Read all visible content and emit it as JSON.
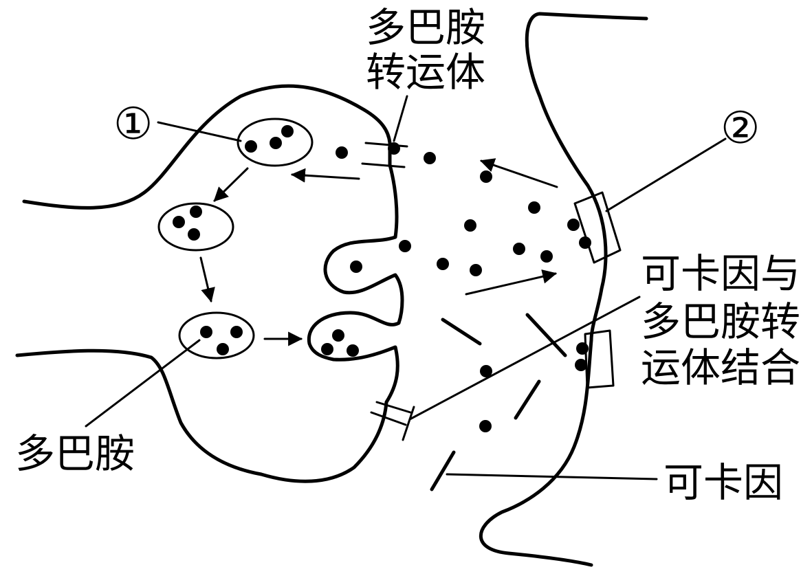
{
  "labels": {
    "transporter_line1": "多巴胺",
    "transporter_line2": "转运体",
    "marker_1": "①",
    "marker_2": "②",
    "binding_line1": "可卡因与",
    "binding_line2": "多巴胺转",
    "binding_line3": "运体结合",
    "dopamine": "多巴胺",
    "cocaine": "可卡因"
  }
}
